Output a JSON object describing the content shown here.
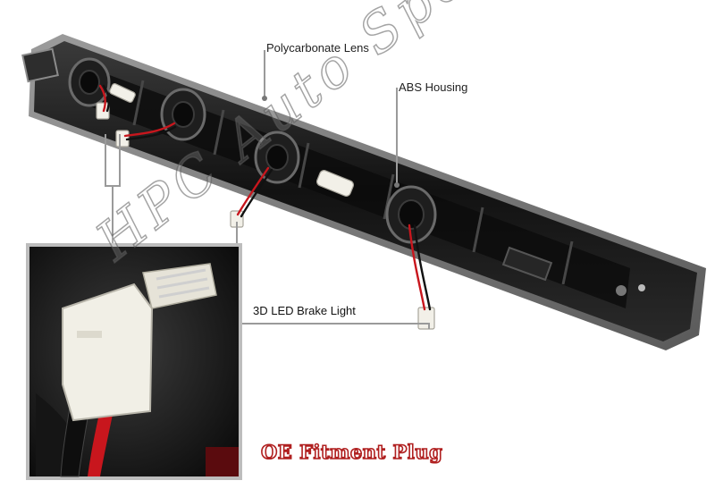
{
  "callouts": {
    "lens": "Polycarbonate Lens",
    "housing": "ABS Housing",
    "led": "3D LED Brake Light"
  },
  "inset": {
    "caption": "OE Fitment Plug"
  },
  "watermark": {
    "text": "HPC Auto Sports"
  },
  "colors": {
    "housing": "#1b1b1b",
    "lens_edge": "#8a8a8a",
    "wire_red": "#c8161d",
    "plug": "#f1efe6",
    "caption_stroke": "#b02020"
  }
}
